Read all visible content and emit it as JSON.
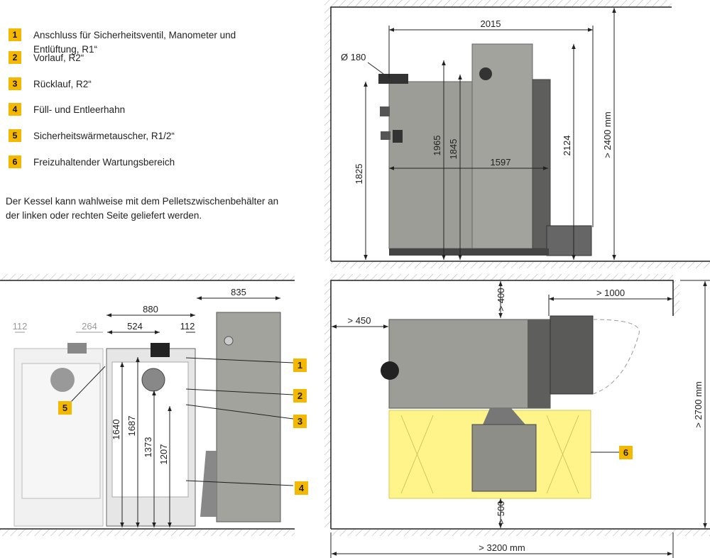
{
  "legend": [
    {
      "num": "1",
      "text": "Anschluss für Sicherheitsventil, Manometer und Entlüftung, R1“"
    },
    {
      "num": "2",
      "text": "Vorlauf, R2“"
    },
    {
      "num": "3",
      "text": "Rücklauf, R2“"
    },
    {
      "num": "4",
      "text": "Füll- und Entleerhahn"
    },
    {
      "num": "5",
      "text": "Sicherheitswärmetauscher, R1/2“"
    },
    {
      "num": "6",
      "text": "Freizuhaltender Wartungsbereich"
    }
  ],
  "note": "Der Kessel kann wahlweise mit dem Pelletszwischenbehälter an der linken oder rechten Seite geliefert werden.",
  "side_view": {
    "width": "2015",
    "flue": "Ø 180",
    "h1825": "1825",
    "h1965": "1965",
    "h1845": "1845",
    "h2124": "2124",
    "depth": "1597",
    "room": "> 2400 mm"
  },
  "front_view": {
    "w835": "835",
    "w880": "880",
    "w524": "524",
    "w112": "112",
    "g112": "112",
    "g264": "264",
    "h1640": "1640",
    "h1687": "1687",
    "h1373": "1373",
    "h1207": "1207"
  },
  "top_view": {
    "d400": "> 400",
    "d1000": "> 1000",
    "d450": "> 450",
    "d500": "> 500",
    "room_w": "> 3200 mm",
    "room_d": "> 2700 mm"
  },
  "colors": {
    "badge": "#f5b800",
    "body": "#9d9d97",
    "dark": "#5e5e5c",
    "maintenance": "#fff48a"
  }
}
